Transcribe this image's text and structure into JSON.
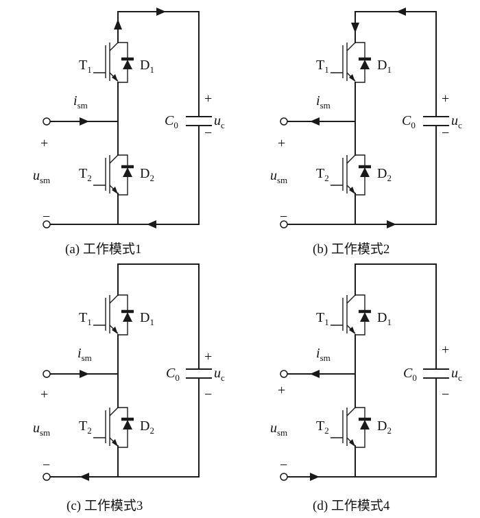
{
  "panels": [
    {
      "caption": "(a) 工作模式1",
      "t1": "T",
      "t1_sub": "1",
      "d1": "D",
      "d1_sub": "1",
      "t2": "T",
      "t2_sub": "2",
      "d2": "D",
      "d2_sub": "2",
      "ism": "i",
      "ism_sub": "sm",
      "usm": "u",
      "usm_sub": "sm",
      "cap": "C",
      "cap_sub": "0",
      "uc": "u",
      "uc_sub": "c",
      "plus": "+",
      "minus": "−",
      "current_dir": "in",
      "path": "upper"
    },
    {
      "caption": "(b) 工作模式2",
      "t1": "T",
      "t1_sub": "1",
      "d1": "D",
      "d1_sub": "1",
      "t2": "T",
      "t2_sub": "2",
      "d2": "D",
      "d2_sub": "2",
      "ism": "i",
      "ism_sub": "sm",
      "usm": "u",
      "usm_sub": "sm",
      "cap": "C",
      "cap_sub": "0",
      "uc": "u",
      "uc_sub": "c",
      "plus": "+",
      "minus": "−",
      "current_dir": "out",
      "path": "upper"
    },
    {
      "caption": "(c) 工作模式3",
      "t1": "T",
      "t1_sub": "1",
      "d1": "D",
      "d1_sub": "1",
      "t2": "T",
      "t2_sub": "2",
      "d2": "D",
      "d2_sub": "2",
      "ism": "i",
      "ism_sub": "sm",
      "usm": "u",
      "usm_sub": "sm",
      "cap": "C",
      "cap_sub": "0",
      "uc": "u",
      "uc_sub": "c",
      "plus": "+",
      "minus": "−",
      "current_dir": "in",
      "path": "lower"
    },
    {
      "caption": "(d) 工作模式4",
      "t1": "T",
      "t1_sub": "1",
      "d1": "D",
      "d1_sub": "1",
      "t2": "T",
      "t2_sub": "2",
      "d2": "D",
      "d2_sub": "2",
      "ism": "i",
      "ism_sub": "sm",
      "usm": "u",
      "usm_sub": "sm",
      "cap": "C",
      "cap_sub": "0",
      "uc": "u",
      "uc_sub": "c",
      "plus": "+",
      "minus": "−",
      "current_dir": "out",
      "path": "lower"
    }
  ]
}
